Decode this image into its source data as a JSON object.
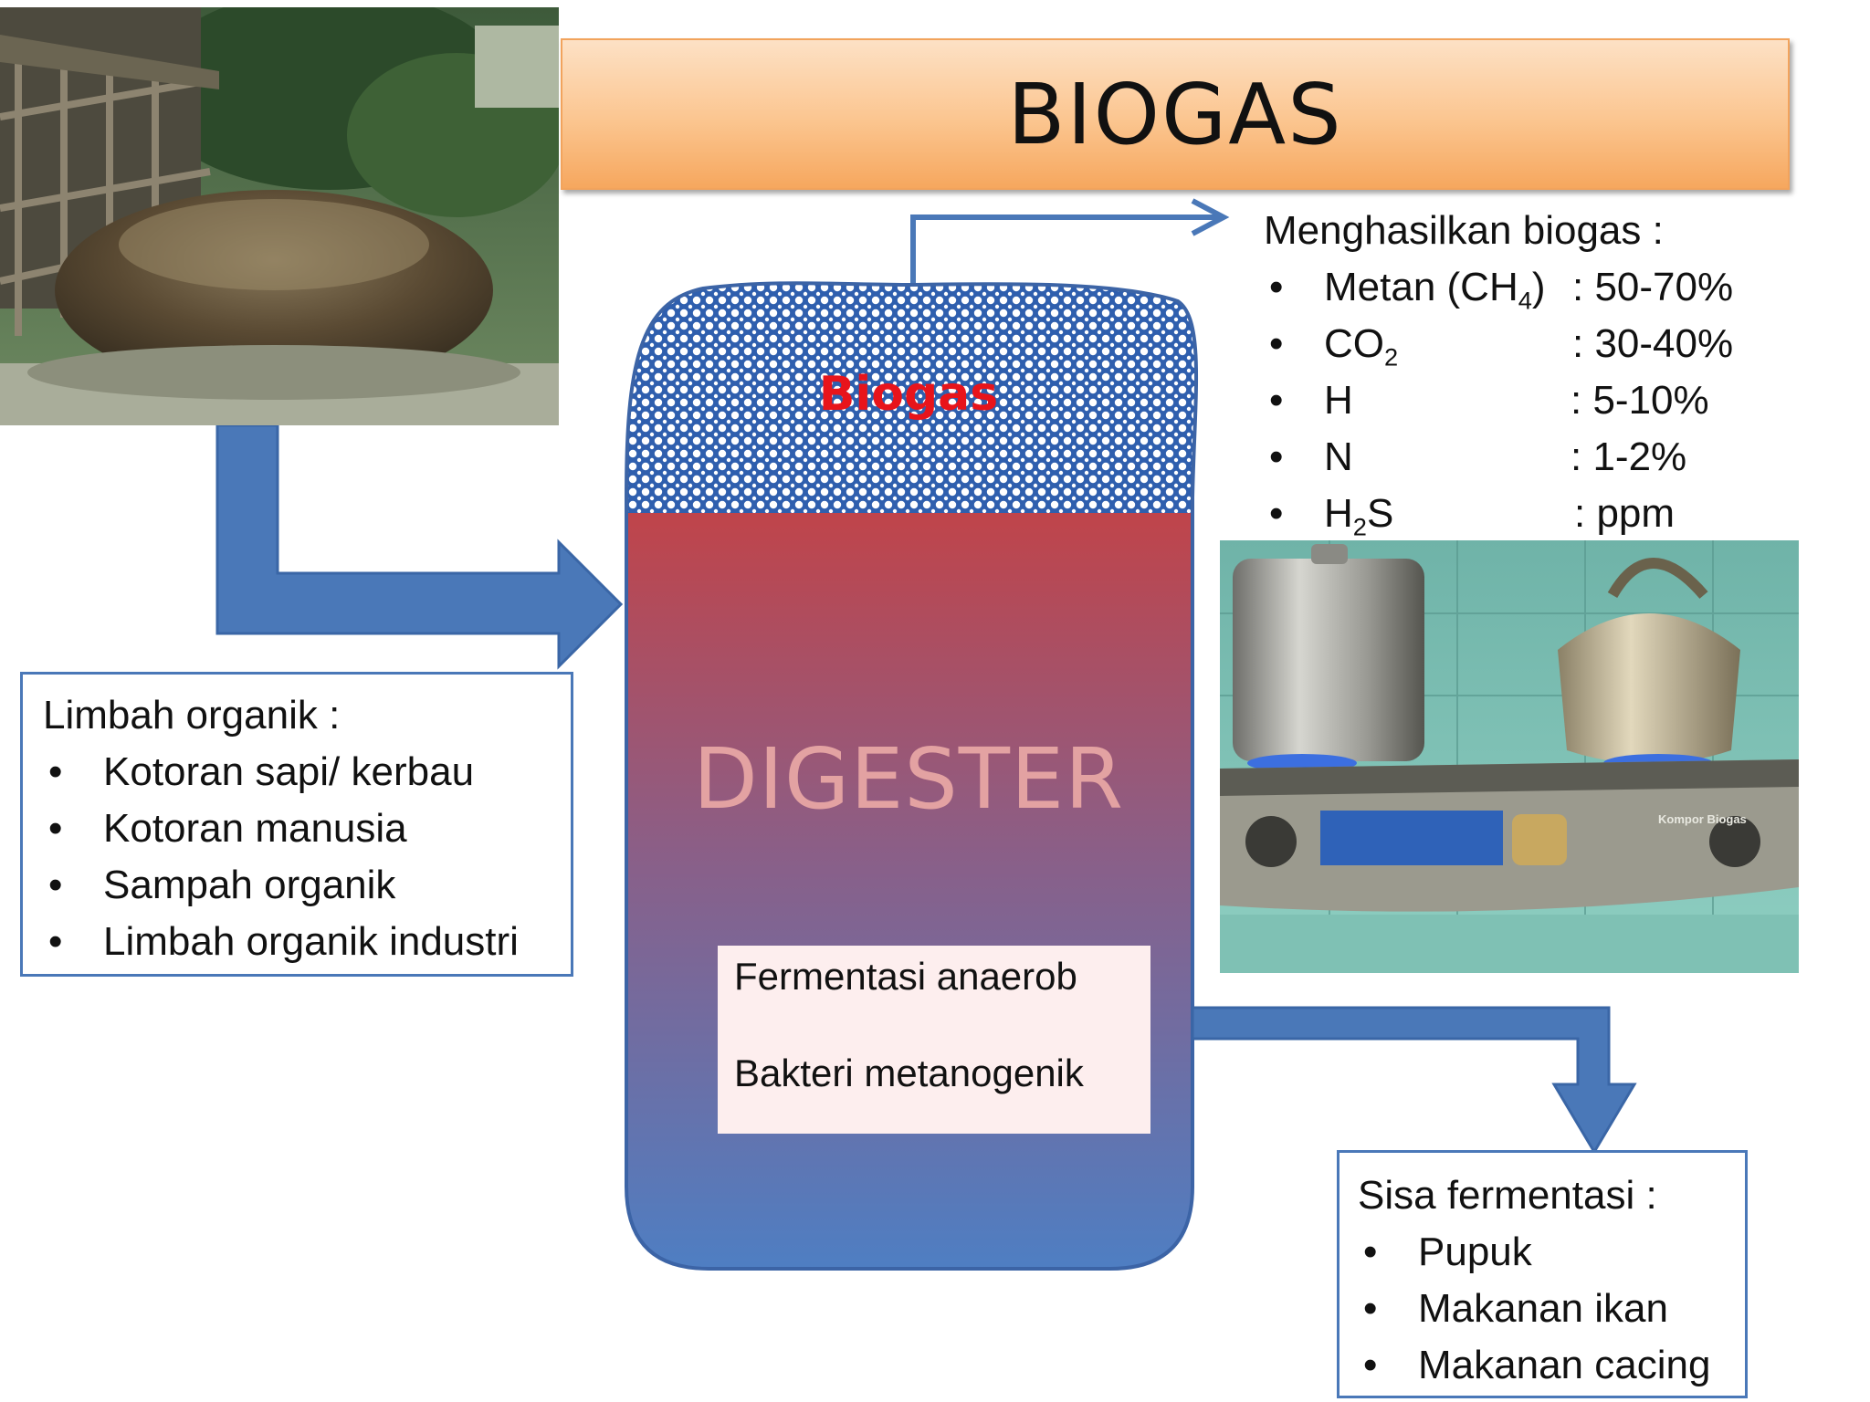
{
  "title": "BIOGAS",
  "digester": {
    "gas_label": "Biogas",
    "name": "DIGESTER",
    "process": [
      "Fermentasi anaerob",
      "Bakteri metanogenik"
    ]
  },
  "input": {
    "heading": "Limbah organik :",
    "items": [
      "Kotoran sapi/ kerbau",
      "Kotoran manusia",
      "Sampah organik",
      "Limbah organik industri"
    ]
  },
  "output": {
    "heading": "Menghasilkan biogas :",
    "items": [
      {
        "name": "Metan (CH",
        "sub": "4",
        "tail": ")",
        "value": ": 50-70%"
      },
      {
        "name": "CO",
        "sub": "2",
        "tail": "",
        "value": ": 30-40%"
      },
      {
        "name": "H",
        "sub": "",
        "tail": "",
        "value": ": 5-10%"
      },
      {
        "name": "N",
        "sub": "",
        "tail": "",
        "value": ": 1-2%"
      },
      {
        "name": "H",
        "sub": "2",
        "tail": "S",
        "value": ": ppm"
      }
    ]
  },
  "residue": {
    "heading": "Sisa fermentasi :",
    "items": [
      "Pupuk",
      "Makanan ikan",
      "Makanan cacing"
    ]
  },
  "photos": {
    "manure": {
      "texts": []
    },
    "stove": {
      "texts": [
        "Kompor Biogas"
      ]
    }
  },
  "colors": {
    "arrow": "#4a78b8",
    "tank_top": "#c0444a",
    "tank_bottom": "#4d7fc4",
    "banner": "#fbc58f",
    "gas_label": "#e8141b"
  }
}
